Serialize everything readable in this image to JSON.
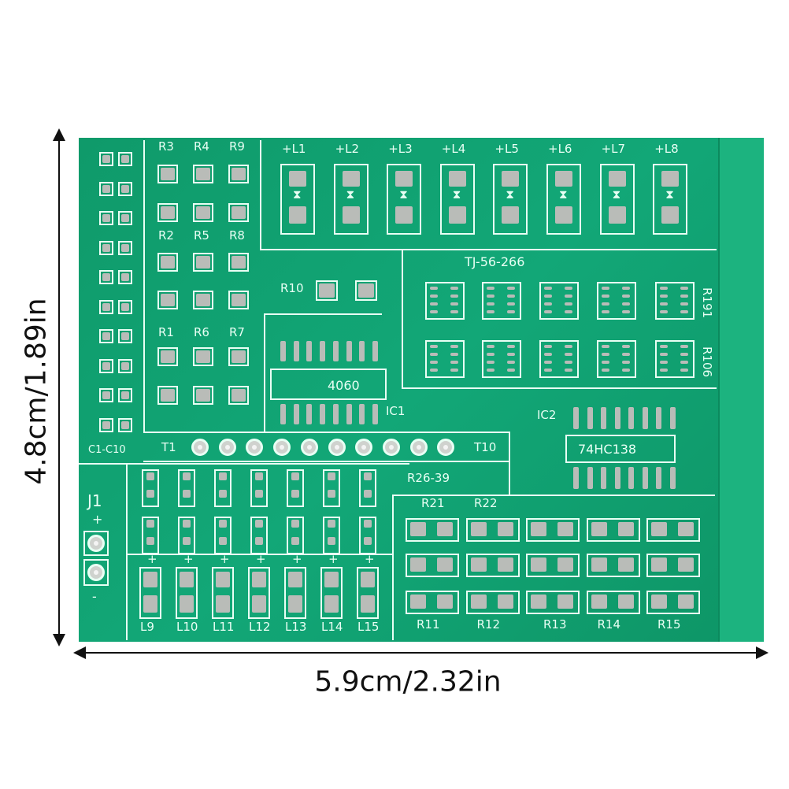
{
  "board": {
    "capacitors_label": "C1-C10",
    "resistor_labels_top": [
      "R3",
      "R4",
      "R9"
    ],
    "resistor_labels_mid": [
      "R2",
      "R5",
      "R8"
    ],
    "resistor_labels_bot": [
      "R1",
      "R6",
      "R7"
    ],
    "r10_label": "R10",
    "led_top_labels": [
      "+L1",
      "+L2",
      "+L3",
      "+L4",
      "+L5",
      "+L6",
      "+L7",
      "+L8"
    ],
    "array_label": "TJ-56-266",
    "array_side_labels": [
      "R191",
      "R106"
    ],
    "ic1": {
      "chip": "4060",
      "ref": "IC1"
    },
    "ic2": {
      "chip": "74HC138",
      "ref": "IC2"
    },
    "test_points": {
      "first": "T1",
      "last": "T10"
    },
    "small_resistor_group": "R26-39",
    "connector": {
      "ref": "J1",
      "plus": "+",
      "minus": "-"
    },
    "led_bottom_labels": [
      "L9",
      "L10",
      "L11",
      "L12",
      "L13",
      "L14",
      "L15"
    ],
    "resistor_grid_top_labels": [
      "R21",
      "R22"
    ],
    "resistor_grid_bottom_labels": [
      "R11",
      "R12",
      "R13",
      "R14",
      "R15"
    ]
  },
  "dimensions": {
    "height": "4.8cm/1.89in",
    "width": "5.9cm/2.32in"
  }
}
